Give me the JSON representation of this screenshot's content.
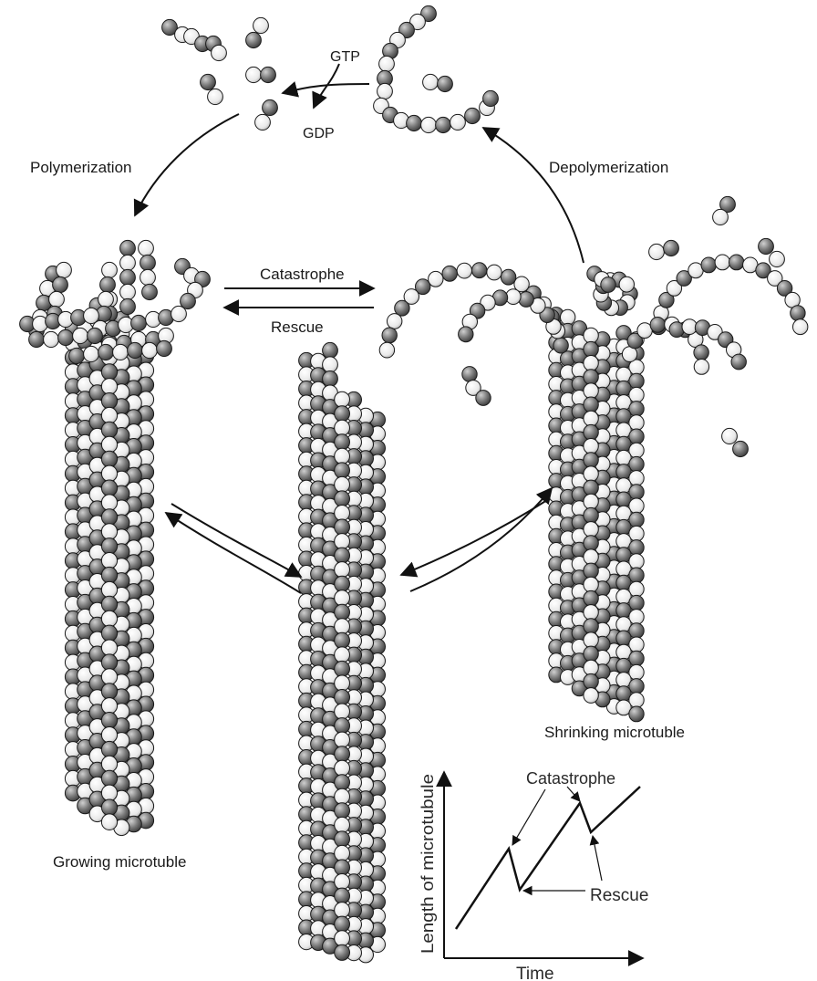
{
  "labels": {
    "gtp": "GTP",
    "gdp": "GDP",
    "polymerization": "Polymerization",
    "depolymerization": "Depolymerization",
    "catastrophe": "Catastrophe",
    "rescue": "Rescue",
    "growing": "Growing microtuble",
    "shrinking": "Shrinking microtuble"
  },
  "inset_graph": {
    "ylabel": "Length of microtubule",
    "xlabel": "Time",
    "annotation_catastrophe": "Catastrophe",
    "annotation_rescue": "Rescue"
  },
  "colors": {
    "alpha_tubulin": "#f2f2f2",
    "beta_tubulin": "#7a7a7a",
    "outline": "#1a1a1a"
  }
}
